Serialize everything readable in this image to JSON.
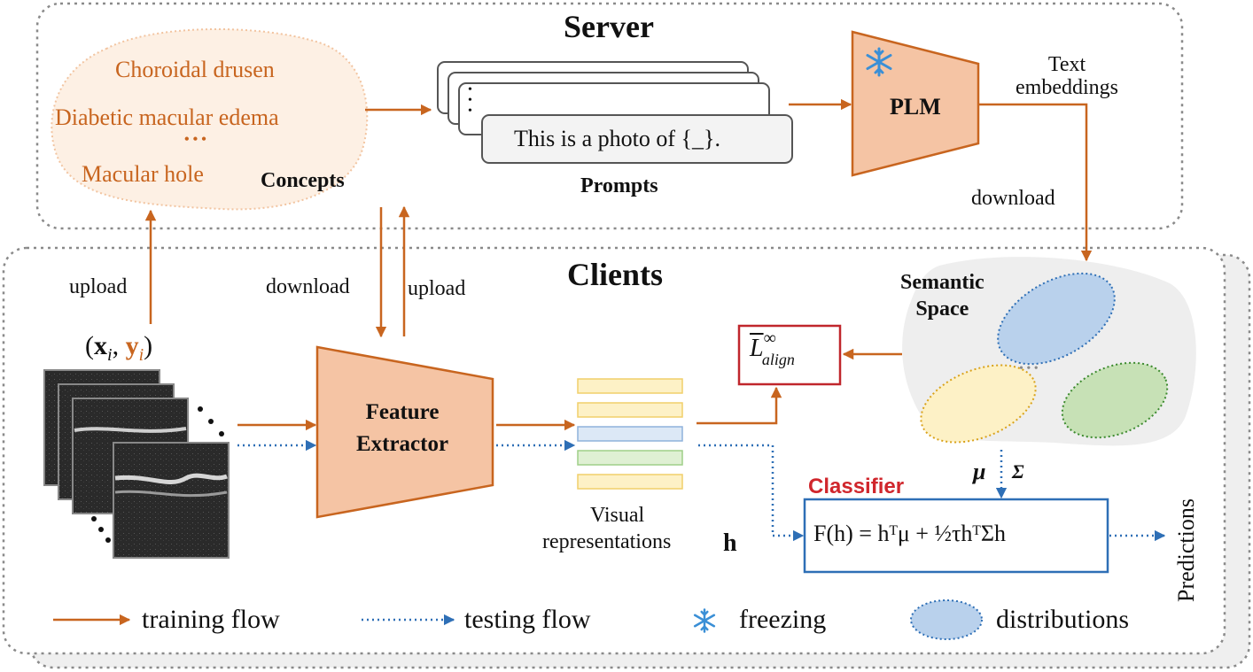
{
  "colors": {
    "training": "#c8651f",
    "testing": "#2e6fb6",
    "concept_text": "#c8651f",
    "plm_fill": "#f5c4a4",
    "extractor_fill": "#f5c4a4",
    "classifier_red": "#d0262c",
    "classifier_border": "#2e6fb6",
    "dist_blue": "#b9d1ec",
    "dist_yellow": "#fdf1c6",
    "dist_green": "#c7e1b6"
  },
  "server": {
    "title": "Server",
    "concepts": {
      "items": [
        "Choroidal drusen",
        "Diabetic macular edema",
        "• • •",
        "Macular hole"
      ],
      "label": "Concepts"
    },
    "prompts": {
      "text": "This is a photo of {_}.",
      "dots": "•\n•\n•",
      "label": "Prompts"
    },
    "plm": {
      "label": "PLM",
      "freeze_icon": "snowflake-icon"
    },
    "text_embeddings": "Text\nembeddings",
    "download": "download"
  },
  "clients": {
    "title": "Clients",
    "upload_left": "upload",
    "download_mid": "download",
    "upload_mid": "upload",
    "input_label": "(x_i, y_i)",
    "feature_extractor": "Feature\nExtractor",
    "visual_label_line1": "Visual",
    "visual_label_line2": "representations",
    "visual_symbol": "h",
    "semantic_space": "Semantic\nSpace",
    "semantic_dots": "• • •",
    "loss": {
      "base": "L",
      "superscript": "∞",
      "subscript": "align"
    },
    "mu": "μ",
    "sigma": "Σ",
    "classifier_label": "Classifier",
    "classifier_formula": "F(h) = hᵀμ + ½τhᵀΣh",
    "predictions": "Predictions"
  },
  "legend": {
    "training": "training flow",
    "testing": "testing flow",
    "freezing": "freezing",
    "distributions": "distributions"
  }
}
